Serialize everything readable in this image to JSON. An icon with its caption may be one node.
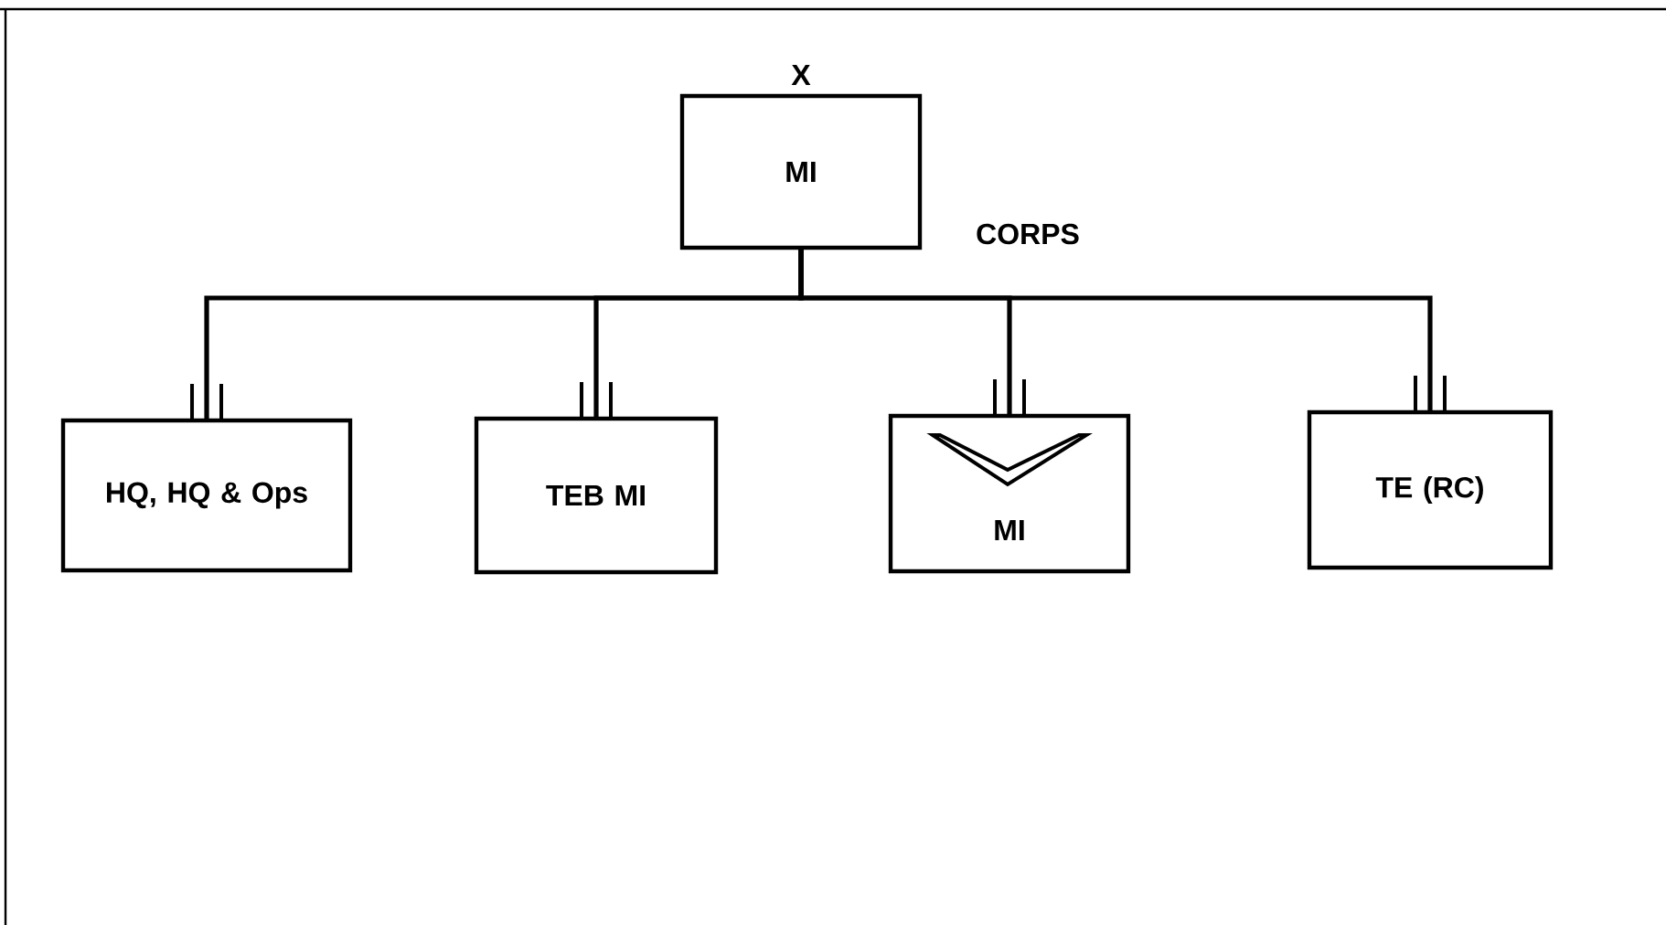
{
  "diagram": {
    "nodes": [
      {
        "text": [
          "MI"
        ],
        "beside": [
          "X",
          "CORPS"
        ]
      },
      {
        "text": [
          "HQ, HQ & Ops"
        ]
      },
      {
        "text": [
          "TEB MI"
        ]
      },
      {
        "text": [
          "MI"
        ]
      },
      {
        "text": [
          "TE (RC)"
        ]
      }
    ],
    "edges": [
      {
        "from": 0,
        "to": 1,
        "arrow": "none"
      },
      {
        "from": 0,
        "to": 2,
        "arrow": "none"
      },
      {
        "from": 0,
        "to": 3,
        "arrow": "none"
      },
      {
        "from": 0,
        "to": 4,
        "arrow": "none"
      }
    ]
  }
}
